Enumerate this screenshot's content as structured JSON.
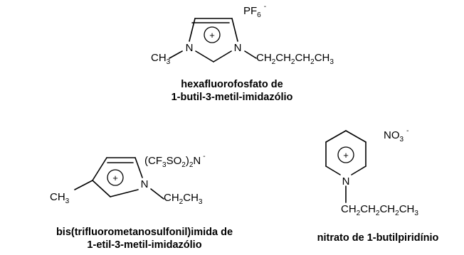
{
  "compounds": [
    {
      "caption_line1": "hexafluorofosfato de",
      "caption_line2": "1-butil-3-metil-imidazólio",
      "anion": {
        "prefix": "PF",
        "sub": "6",
        "charge": "-"
      },
      "cation_charge": "+",
      "left_group": {
        "prefix": "CH",
        "sub": "3"
      },
      "ring_atom_left": "N",
      "ring_atom_right": "N",
      "right_group": {
        "parts": [
          "CH",
          "2",
          "CH",
          "2",
          "CH",
          "2",
          "CH",
          "3"
        ]
      }
    },
    {
      "caption_line1": "bis(trifluorometanosulfonil)imida de",
      "caption_line2": "1-etil-3-metil-imidazólio",
      "anion": {
        "parts": [
          "(CF",
          "3",
          "SO",
          "2",
          ")",
          "2",
          "N"
        ],
        "charge": "-"
      },
      "cation_charge": "+",
      "left_group": {
        "prefix": "CH",
        "sub": "3"
      },
      "ring_atom": "N",
      "right_group": {
        "parts": [
          "CH",
          "2",
          "CH",
          "3"
        ]
      }
    },
    {
      "caption_line1": "nitrato de 1-butilpiridínio",
      "anion": {
        "prefix": "NO",
        "sub": "3",
        "charge": "-"
      },
      "cation_charge": "+",
      "ring_atom": "N",
      "chain": {
        "parts": [
          "CH",
          "2",
          "CH",
          "2",
          "CH",
          "2",
          "CH",
          "3"
        ]
      }
    }
  ]
}
